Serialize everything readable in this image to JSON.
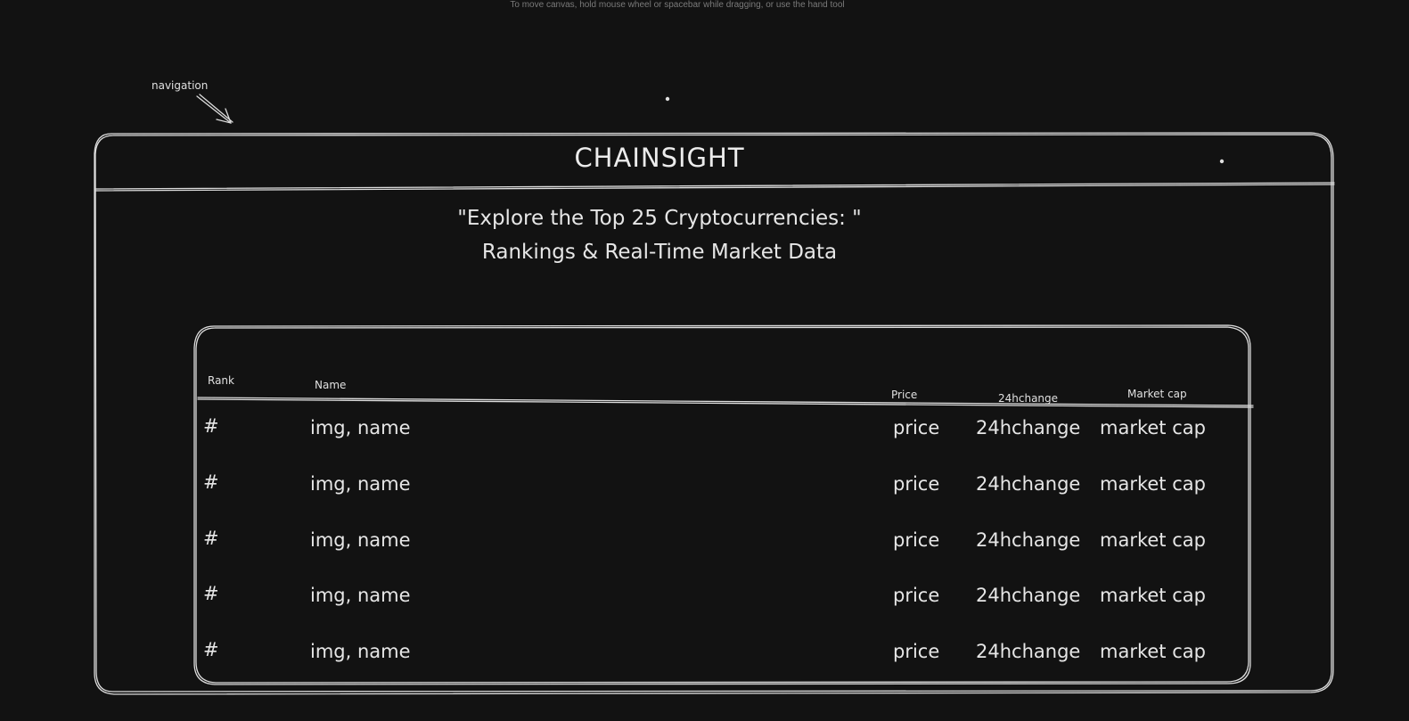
{
  "canvas_hint": "To move canvas, hold mouse wheel or spacebar while dragging, or use the hand tool",
  "annotation": {
    "label": "navigation"
  },
  "navbar": {
    "brand": "CHAINSIGHT"
  },
  "hero": {
    "line1": "\"Explore the Top 25 Cryptocurrencies: \"",
    "line2": "Rankings & Real-Time Market Data"
  },
  "table": {
    "headers": {
      "rank": "Rank",
      "name": "Name",
      "price": "Price",
      "change": "24hchange",
      "market_cap": "Market cap"
    },
    "rows": [
      {
        "rank": "#",
        "name": "img, name",
        "price": "price",
        "change": "24hchange",
        "market_cap": "market cap"
      },
      {
        "rank": "#",
        "name": "img, name",
        "price": "price",
        "change": "24hchange",
        "market_cap": "market cap"
      },
      {
        "rank": "#",
        "name": "img, name",
        "price": "price",
        "change": "24hchange",
        "market_cap": "market cap"
      },
      {
        "rank": "#",
        "name": "img, name",
        "price": "price",
        "change": "24hchange",
        "market_cap": "market cap"
      },
      {
        "rank": "#",
        "name": "img, name",
        "price": "price",
        "change": "24hchange",
        "market_cap": "market cap"
      }
    ]
  },
  "colors": {
    "background": "#121212",
    "stroke": "#dcdcdc",
    "text": "#e6e6e6",
    "hint_text": "#7a7a7a"
  }
}
